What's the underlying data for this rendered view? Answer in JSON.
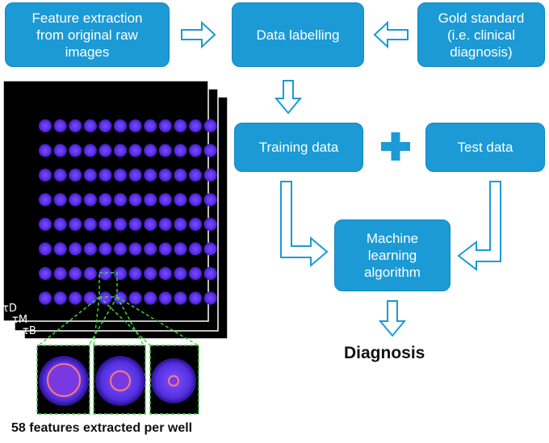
{
  "boxes": {
    "feature_extraction": "Feature extraction\nfrom original raw\nimages",
    "data_labelling": "Data labelling",
    "gold_standard": "Gold standard\n(i.e. clinical\ndiagnosis)",
    "training_data": "Training data",
    "test_data": "Test data",
    "machine_learning": "Machine\nlearning\nalgorithm"
  },
  "outcome": "Diagnosis",
  "well_plate": {
    "channel_labels": [
      "τD",
      "τM",
      "τB"
    ],
    "caption": "58 features extracted per well"
  },
  "colors": {
    "box_fill": "#1b9ad6",
    "arrow_fill": "#ffffff",
    "arrow_stroke": "#1b9ad6",
    "plus": "#1b9ad6",
    "highlight": "#3fd13f",
    "well": "#5a2ee8",
    "well_ring": "#ff7a7a",
    "plate_bg": "#000000"
  },
  "icons": [
    "plus-icon"
  ]
}
